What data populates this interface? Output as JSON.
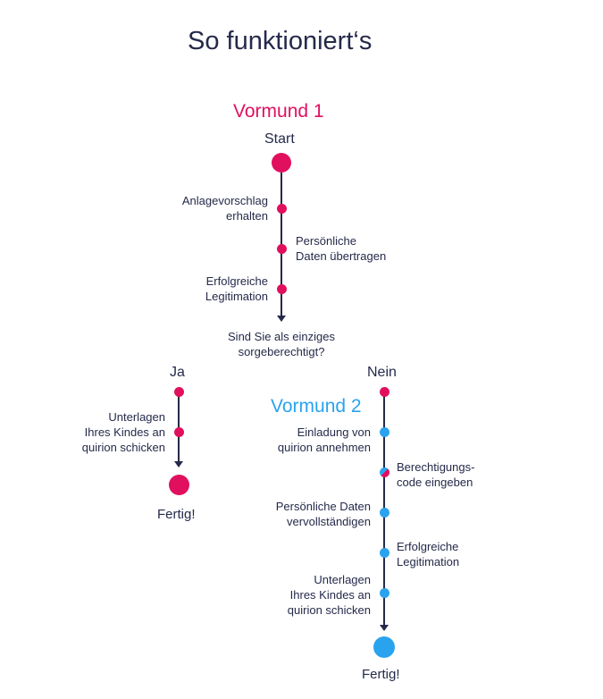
{
  "title": "So funktioniert‘s",
  "guardian1": {
    "heading": "Vormund 1",
    "start": "Start",
    "steps": [
      "Anlagevorschlag\nerhalten",
      "Persönliche\nDaten übertragen",
      "Erfolgreiche\nLegitimation"
    ],
    "question": "Sind Sie als einziges\nsorgeberechtigt?"
  },
  "branch_yes": {
    "label": "Ja",
    "step": "Unterlagen\nIhres Kindes an\nquirion schicken",
    "end": "Fertig!"
  },
  "branch_no": {
    "label": "Nein",
    "heading": "Vormund 2",
    "steps": [
      "Einladung von\nquirion annehmen",
      "Berechtigungs-\ncode eingeben",
      "Persönliche Daten\nvervollständigen",
      "Erfolgreiche\nLegitimation",
      "Unterlagen\nIhres Kindes an\nquirion schicken"
    ],
    "end": "Fertig!"
  },
  "colors": {
    "pink": "#e0105f",
    "blue": "#2aa3ee",
    "navy": "#252a4a"
  }
}
